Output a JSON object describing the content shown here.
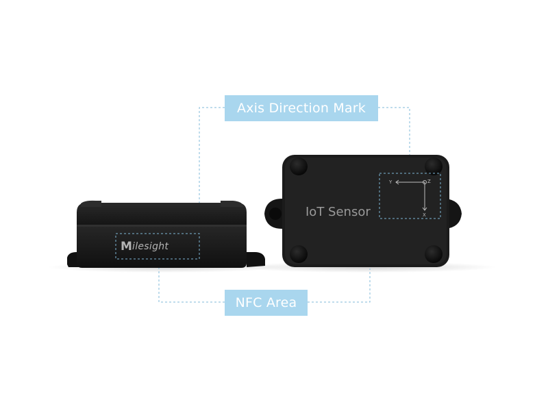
{
  "callouts": {
    "axis_direction": "Axis Direction Mark",
    "nfc_area": "NFC Area"
  },
  "devices": {
    "left": {
      "brand": "ilesight",
      "brand_mark": "M"
    },
    "right": {
      "label": "IoT Sensor"
    }
  },
  "axis_mark": {
    "y": "Y",
    "z": "Z",
    "x": "X"
  },
  "colors": {
    "background": "#ffffff",
    "callout": "#a9d6ee",
    "callout_text": "#ffffff",
    "dashed_line": "#7fb8d8",
    "device_body": "#1f1f1f",
    "device_text": "#9a9a9a"
  },
  "icons": [
    "mounting-screw-icon",
    "axis-arrow-icon"
  ]
}
